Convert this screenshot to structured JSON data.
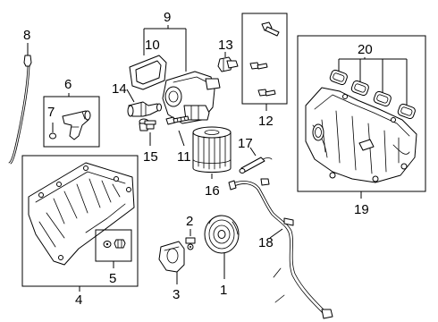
{
  "diagram": {
    "callouts": {
      "c1": "1",
      "c2": "2",
      "c3": "3",
      "c4": "4",
      "c5": "5",
      "c6": "6",
      "c7": "7",
      "c8": "8",
      "c9": "9",
      "c10": "10",
      "c11": "11",
      "c12": "12",
      "c13": "13",
      "c14": "14",
      "c15": "15",
      "c16": "16",
      "c17": "17",
      "c18": "18",
      "c19": "19",
      "c20": "20"
    },
    "parts": [
      {
        "callout": "1",
        "icon": "crankshaft-pulley-icon"
      },
      {
        "callout": "2",
        "icon": "bolt-icon"
      },
      {
        "callout": "3",
        "icon": "cover-icon"
      },
      {
        "callout": "4",
        "icon": "oil-pan-icon"
      },
      {
        "callout": "5",
        "icon": "drain-plug-icon"
      },
      {
        "callout": "6",
        "icon": "oil-pump-pickup-icon"
      },
      {
        "callout": "7",
        "icon": "gasket-icon"
      },
      {
        "callout": "8",
        "icon": "dipstick-icon"
      },
      {
        "callout": "9",
        "icon": "oil-filter-adapter-icon"
      },
      {
        "callout": "10",
        "icon": "adapter-gasket-icon"
      },
      {
        "callout": "11",
        "icon": "bolt-icon"
      },
      {
        "callout": "12",
        "icon": "fastener-set-icon"
      },
      {
        "callout": "13",
        "icon": "oil-pressure-sender-icon"
      },
      {
        "callout": "14",
        "icon": "fitting-icon"
      },
      {
        "callout": "15",
        "icon": "bolt-icon"
      },
      {
        "callout": "16",
        "icon": "oil-filter-icon"
      },
      {
        "callout": "17",
        "icon": "sensor-icon"
      },
      {
        "callout": "18",
        "icon": "wiring-harness-icon"
      },
      {
        "callout": "19",
        "icon": "intake-manifold-icon"
      },
      {
        "callout": "20",
        "icon": "manifold-gasket-icon"
      }
    ]
  }
}
